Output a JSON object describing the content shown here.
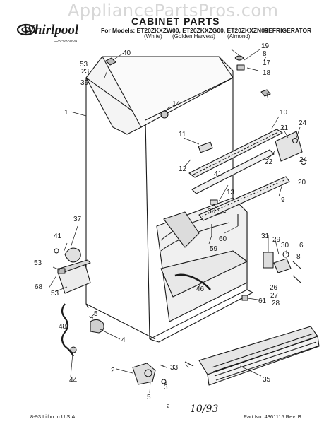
{
  "watermark": "AppliancePartsPros.com",
  "brand": {
    "name": "Whirlpool",
    "sub": "CORPORATION"
  },
  "header": {
    "title": "CABINET PARTS",
    "models": "For Models: ET20ZKXZW00, ET20ZKXZG00, ET20ZKXZN00",
    "colors": [
      "(White)",
      "(Golden Harvest)",
      "(Almond)"
    ],
    "category": "REFRIGERATOR"
  },
  "callouts": [
    "1",
    "2",
    "3",
    "4",
    "5",
    "6",
    "7",
    "8",
    "9",
    "10",
    "11",
    "12",
    "13",
    "14",
    "17",
    "18",
    "19",
    "20",
    "21",
    "22",
    "23",
    "24",
    "26",
    "27",
    "28",
    "29",
    "30",
    "31",
    "33",
    "35",
    "36",
    "37",
    "39",
    "40",
    "41",
    "44",
    "46",
    "48",
    "53",
    "59",
    "60",
    "61",
    "68"
  ],
  "footer": {
    "left": "8-93 Litho In U.S.A.",
    "page": "2",
    "right": "Part No. 4361115 Rev. B",
    "handwritten": "10/93"
  }
}
